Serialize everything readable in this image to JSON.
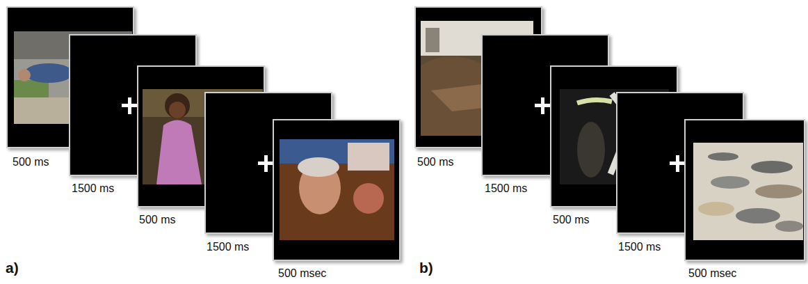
{
  "diagram": {
    "labels": [
      "500 ms",
      "1500 ms",
      "500 ms",
      "1500 ms",
      "500 msec",
      "a)",
      "500 ms",
      "1500 ms",
      "500 ms",
      "1500 ms",
      "500 msec",
      "b)"
    ]
  }
}
